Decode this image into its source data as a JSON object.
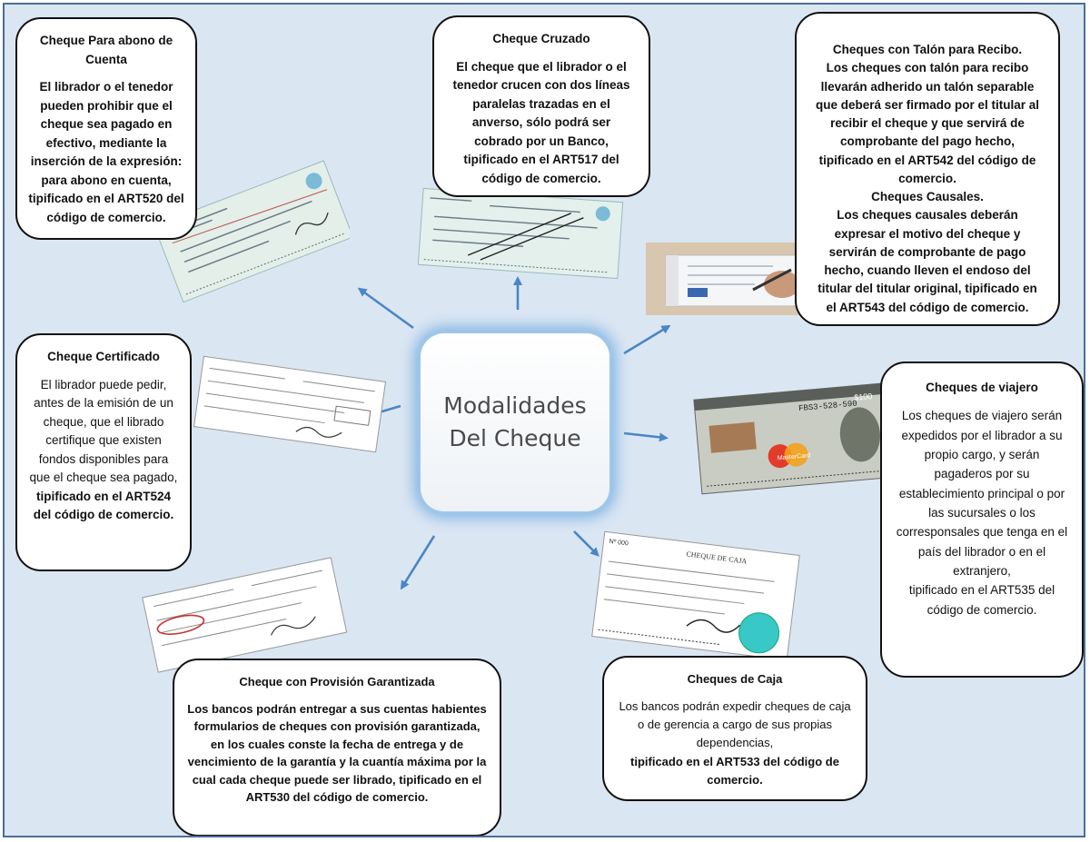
{
  "center": {
    "line1": "Modalidades",
    "line2": "Del Cheque"
  },
  "boxes": {
    "abono": {
      "title": "Cheque Para abono de Cuenta",
      "body": "El librador o el tenedor pueden prohibir que el cheque sea pagado en efectivo, mediante la inserción de la expresión: para abono en cuenta, tipificado en el ART520 del código de comercio."
    },
    "cruzado": {
      "title": "Cheque Cruzado",
      "body": "El cheque que el librador o el tenedor crucen con dos líneas paralelas trazadas en el anverso, sólo podrá ser cobrado por un Banco, tipificado en el ART517 del código de comercio."
    },
    "talon": {
      "title": "Cheques con Talón para Recibo.",
      "body": "Los cheques con talón para recibo llevarán adherido un talón separable que deberá ser firmado por el titular al recibir el cheque y que servirá de comprobante del pago hecho, tipificado en el ART542 del código de comercio.",
      "title2": "Cheques Causales.",
      "body2": "Los cheques causales deberán expresar el motivo del cheque y servirán de comprobante de pago hecho, cuando lleven el endoso del titular del titular original, tipificado en el ART543 del código de comercio."
    },
    "certificado": {
      "title": "Cheque Certificado",
      "body": "El librador puede pedir, antes de la emisión de un cheque, que el librado certifique que existen fondos disponibles para que el cheque sea pagado,",
      "tail": "tipificado en el ART524 del código de comercio."
    },
    "viajero": {
      "title": "Cheques de viajero",
      "body": "Los cheques de viajero serán expedidos por el librador a su propio cargo, y serán pagaderos por su establecimiento principal o por las sucursales o los corresponsales que tenga en el país del librador o en el extranjero,",
      "tail": "tipificado en el ART535 del código de comercio."
    },
    "provision": {
      "title": "Cheque con Provisión Garantizada",
      "body": "Los bancos podrán entregar a sus cuentas habientes formularios de cheques con provisión garantizada, en los cuales conste la fecha de entrega y de vencimiento de la garantía y la cuantía máxima por la cual cada cheque puede ser librado, tipificado en el ART530 del código de comercio."
    },
    "caja": {
      "title": "Cheques de Caja",
      "body": "Los bancos podrán expedir cheques de caja o de gerencia a cargo de sus propias dependencias,",
      "tail": "tipificado en el ART533 del código de comercio."
    }
  },
  "cheque_images": {
    "caja_header": "CHEQUE DE CAJA",
    "caja_number": "Nº 000",
    "viajero_code": "FBS3-528-590",
    "viajero_brand": "MasterCard",
    "viajero_amount": "$100"
  },
  "colors": {
    "background": "#dbe6f3",
    "border": "#4a6f96",
    "arrow": "#4a86c5",
    "center_glow": "#7fb3e3"
  }
}
